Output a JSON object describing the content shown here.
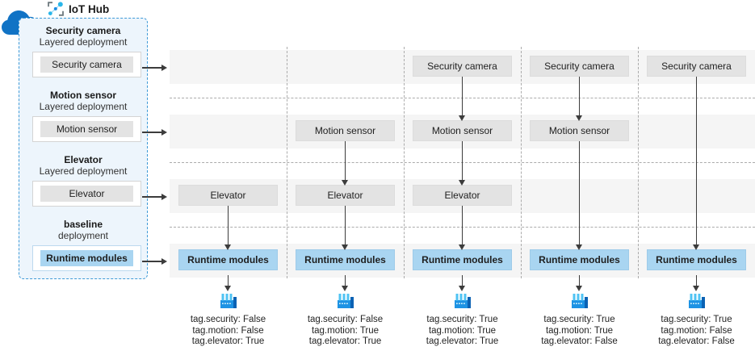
{
  "title": "IoT Hub",
  "panel": {
    "sections": [
      {
        "title": "Security camera",
        "subtitle": "Layered deployment",
        "box_label": "Security camera",
        "style": "gray"
      },
      {
        "title": "Motion sensor",
        "subtitle": "Layered deployment",
        "box_label": "Motion sensor",
        "style": "gray"
      },
      {
        "title": "Elevator",
        "subtitle": "Layered deployment",
        "box_label": "Elevator",
        "style": "gray"
      },
      {
        "title": "baseline",
        "subtitle": "deployment",
        "box_label": "Runtime modules",
        "style": "blue"
      }
    ]
  },
  "device_labels": {
    "security": "Security camera",
    "motion": "Motion sensor",
    "elevator": "Elevator",
    "runtime": "Runtime modules"
  },
  "columns": [
    {
      "devices": [
        "elevator"
      ],
      "tags": [
        "tag.security: False",
        "tag.motion: False",
        "tag.elevator: True"
      ]
    },
    {
      "devices": [
        "motion",
        "elevator"
      ],
      "tags": [
        "tag.security: False",
        "tag.motion: True",
        "tag.elevator: True"
      ]
    },
    {
      "devices": [
        "security",
        "motion",
        "elevator"
      ],
      "tags": [
        "tag.security: True",
        "tag.motion: True",
        "tag.elevator: True"
      ]
    },
    {
      "devices": [
        "security",
        "motion"
      ],
      "tags": [
        "tag.security: True",
        "tag.motion: True",
        "tag.elevator: False"
      ]
    },
    {
      "devices": [
        "security"
      ],
      "tags": [
        "tag.security: True",
        "tag.motion: False",
        "tag.elevator: False"
      ]
    }
  ],
  "icons": {
    "cloud": "cloud-icon",
    "hub": "iot-hub-icon",
    "factory": "factory-icon"
  },
  "colors": {
    "panel_fill": "#edf5fc",
    "panel_border": "#3f9ad7",
    "band": "#f5f5f5",
    "gray_box": "#e3e3e3",
    "blue_box": "#a9d5f1",
    "arrow": "#3c3c3c",
    "cloud": "#1173c5",
    "factory_body": "#1e93e4",
    "factory_dark": "#0b62b4",
    "factory_chimney": "#4fc3f3"
  }
}
